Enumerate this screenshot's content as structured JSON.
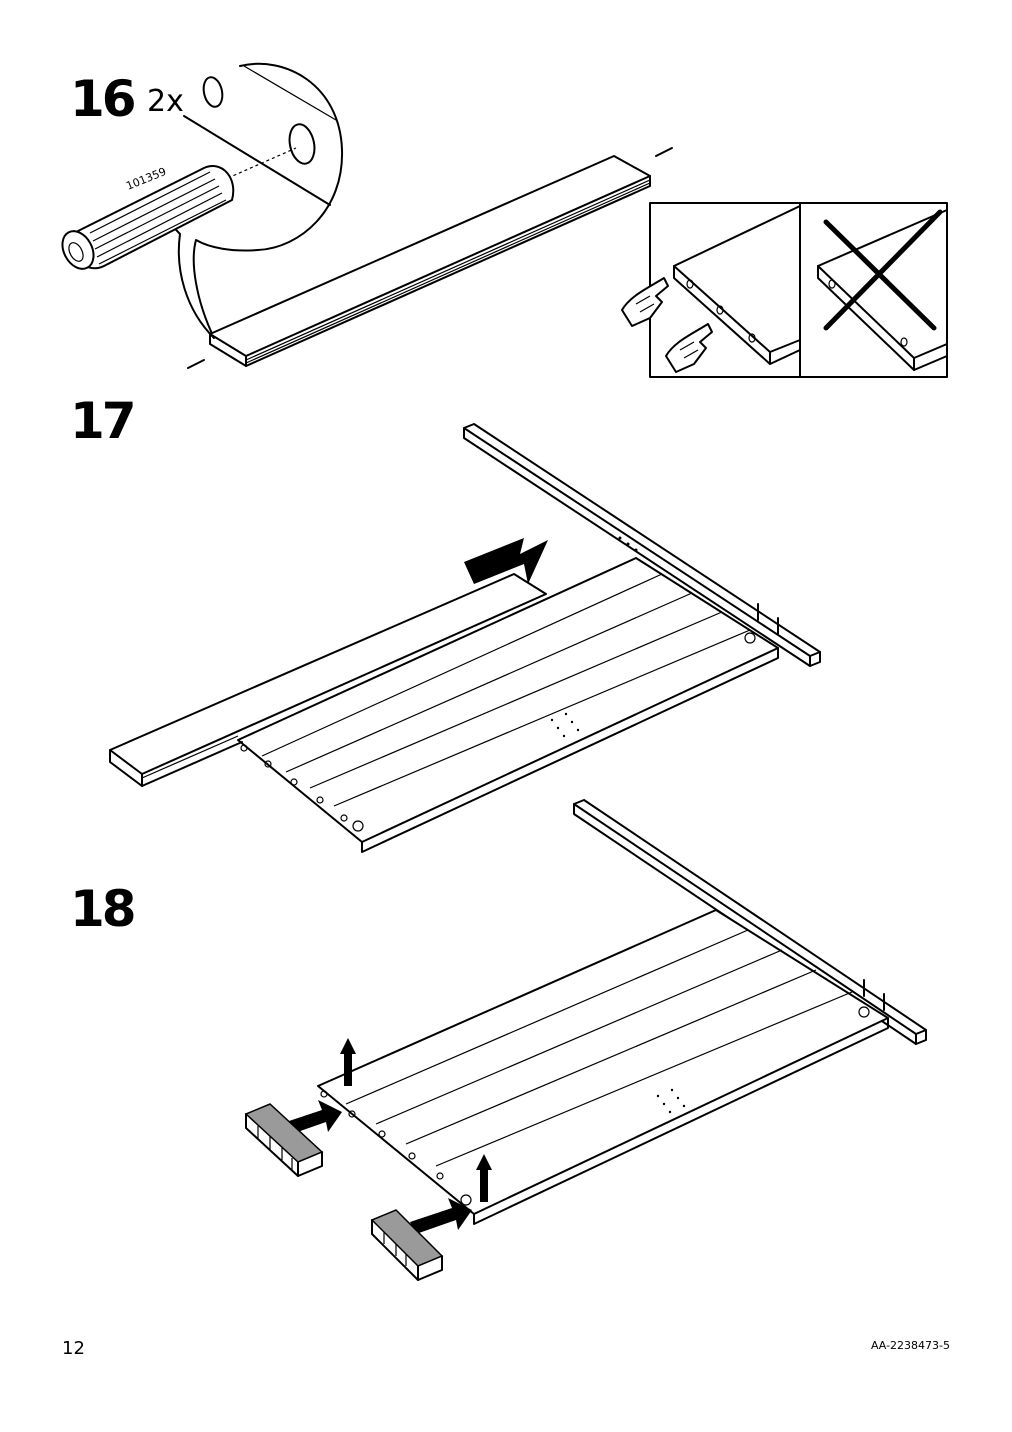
{
  "steps": [
    {
      "number": "16",
      "quantity": "2x",
      "part_code": "101359"
    },
    {
      "number": "17"
    },
    {
      "number": "18"
    }
  ],
  "footer": {
    "page_number": "12",
    "doc_code": "AA-2238473-5"
  }
}
